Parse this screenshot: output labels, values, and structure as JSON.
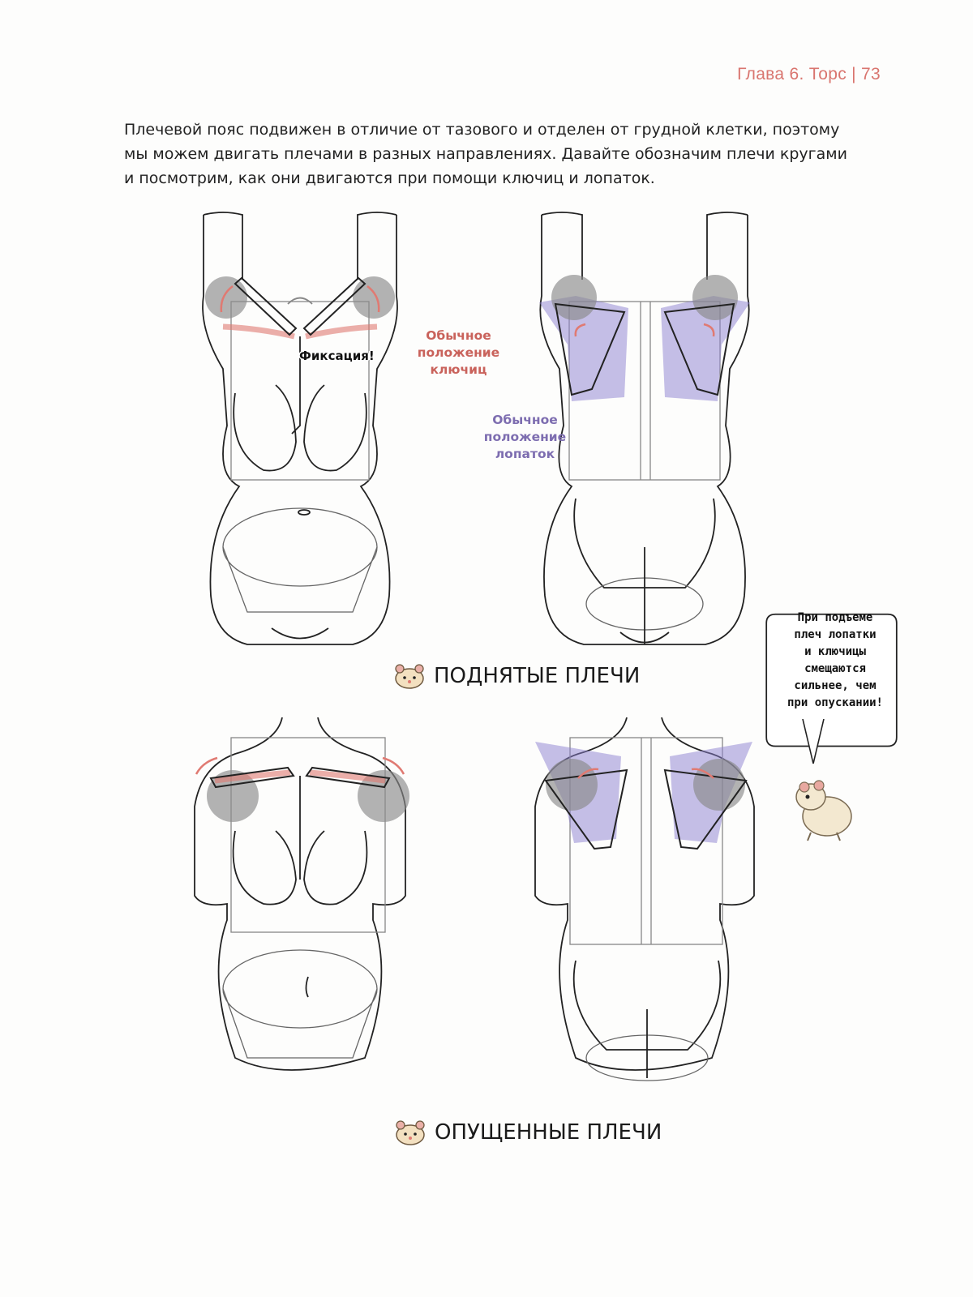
{
  "header": {
    "chapter": "Глава 6. Торс | 73"
  },
  "intro": {
    "line1": "Плечевой пояс подвижен в отличие от тазового и отделен от грудной клетки, поэтому",
    "line2": "мы можем двигать плечами в разных направлениях. Давайте обозначим плечи кругами",
    "line3": "и посмотрим, как они двигаются при помощи ключиц и лопаток."
  },
  "labels": {
    "fixation": "Фиксация!",
    "clavicle_1": "Обычное",
    "clavicle_2": "положение",
    "clavicle_3": "ключиц",
    "scapula_1": "Обычное",
    "scapula_2": "положение",
    "scapula_3": "лопаток"
  },
  "captions": {
    "raised": "ПОДНЯТЫЕ ПЛЕЧИ",
    "lowered": "ОПУЩЕННЫЕ ПЛЕЧИ"
  },
  "bubble": {
    "line1": "При подъеме",
    "line2": "плеч лопатки",
    "line3": "и ключицы",
    "line4": "смещаются",
    "line5": "сильнее, чем",
    "line6": "при опускании!"
  },
  "colors": {
    "header": "#d9756f",
    "clavicle": "#e07a72",
    "scapula": "#8c7fd0",
    "shoulder_circle": "#8a8a8a",
    "line": "#222222"
  },
  "icons": {
    "caption_icon": "hamster-face-icon",
    "mascot": "hamster-mascot-icon"
  }
}
